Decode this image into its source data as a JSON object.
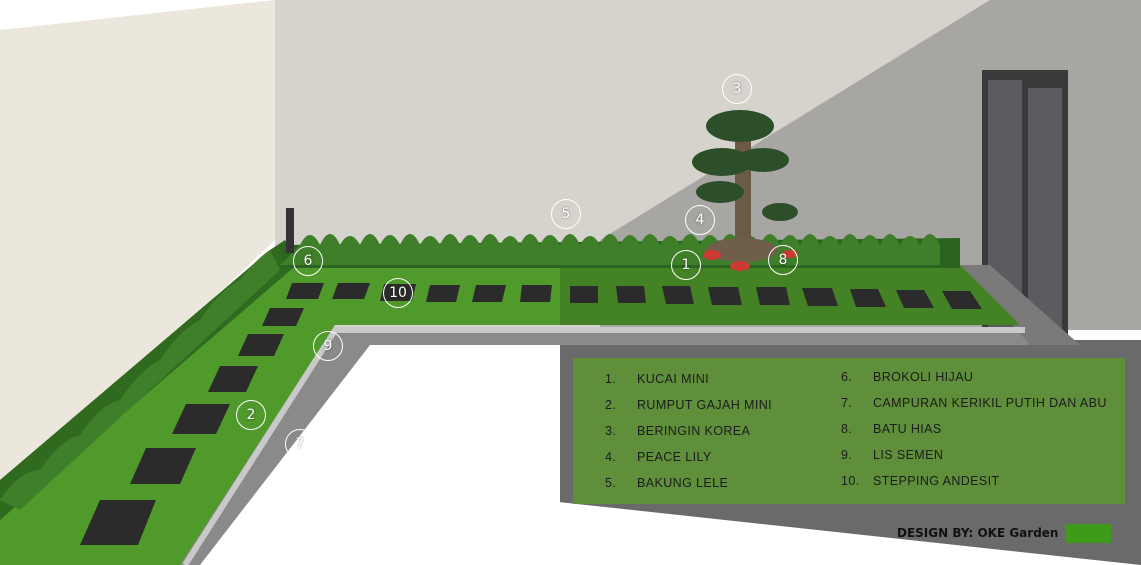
{
  "markers": [
    {
      "num": "1"
    },
    {
      "num": "2"
    },
    {
      "num": "3"
    },
    {
      "num": "4"
    },
    {
      "num": "5"
    },
    {
      "num": "6"
    },
    {
      "num": "7"
    },
    {
      "num": "8"
    },
    {
      "num": "9"
    },
    {
      "num": "10"
    }
  ],
  "legend": {
    "left": [
      {
        "num": "1.",
        "label": "KUCAI MINI"
      },
      {
        "num": "2.",
        "label": "RUMPUT GAJAH MINI"
      },
      {
        "num": "3.",
        "label": "BERINGIN KOREA"
      },
      {
        "num": "4.",
        "label": "PEACE LILY"
      },
      {
        "num": "5.",
        "label": "BAKUNG LELE"
      }
    ],
    "right": [
      {
        "num": "6.",
        "label": "BROKOLI HIJAU"
      },
      {
        "num": "7.",
        "label": "CAMPURAN KERIKIL PUTIH DAN ABU"
      },
      {
        "num": "8.",
        "label": "BATU HIAS"
      },
      {
        "num": "9.",
        "label": "LIS SEMEN"
      },
      {
        "num": "10.",
        "label": "STEPPING ANDESIT"
      }
    ]
  },
  "credit": {
    "text": "DESIGN BY: OKE Garden"
  },
  "colors": {
    "grass": "#4f9a2a",
    "legend_bg": "#5f8f3a",
    "swatch": "#3f9a1a"
  }
}
